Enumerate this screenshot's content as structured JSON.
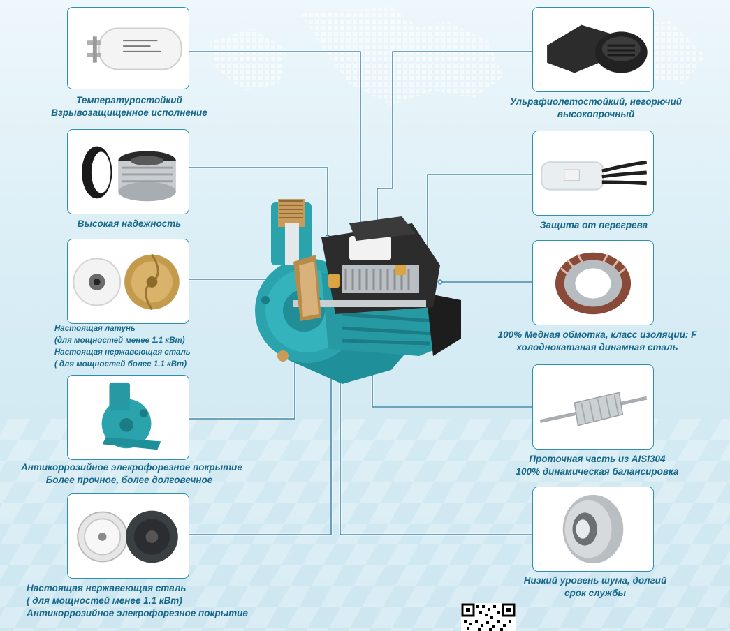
{
  "features": {
    "capacitor": {
      "icon": "capacitor-icon",
      "lines": [
        "Температуростойкий",
        "Взрывозащищенное исполнение"
      ]
    },
    "seal": {
      "icon": "mechanical-seal-icon",
      "lines": [
        "Высокая надежность"
      ]
    },
    "impeller": {
      "icon": "impeller-icon",
      "lines": [
        "Настоящая латунь",
        "(для мощностей менее 1.1 кВт)",
        "Настоящая нержавеющая сталь",
        "( для мощностей более 1.1 кВт)"
      ]
    },
    "housing": {
      "icon": "pump-housing-icon",
      "lines": [
        "Антикоррозийное элекрофорезное покрытие",
        "Более прочное, более долговечное"
      ]
    },
    "cover": {
      "icon": "pump-cover-icon",
      "lines": [
        "Настоящая нержавеющая сталь",
        "( для мощностей менее 1.1 кВт)",
        "Антикоррозийное элекрофорезное покрытие"
      ]
    },
    "terminal_box": {
      "icon": "terminal-box-icon",
      "lines": [
        "Ульрафиолетостойкий,  негорючий",
        "высокопрочный"
      ]
    },
    "thermal": {
      "icon": "thermal-protector-icon",
      "lines": [
        "Защита от перегрева"
      ]
    },
    "winding": {
      "icon": "copper-winding-icon",
      "lines": [
        "100% Медная обмотка, класс изоляции: F",
        "холоднокатаная динамная сталь"
      ]
    },
    "shaft": {
      "icon": "rotor-shaft-icon",
      "lines": [
        "Проточная часть из AISI304",
        "100% динамическая балансировка"
      ]
    },
    "bearing": {
      "icon": "bearing-icon",
      "lines": [
        "Низкий уровень шума, долгий",
        "срок службы"
      ]
    }
  },
  "colors": {
    "accent": "#2f8fb3",
    "caption": "#16678a",
    "pump_body": "#2aa3ad",
    "pump_dark": "#1b7c86"
  }
}
